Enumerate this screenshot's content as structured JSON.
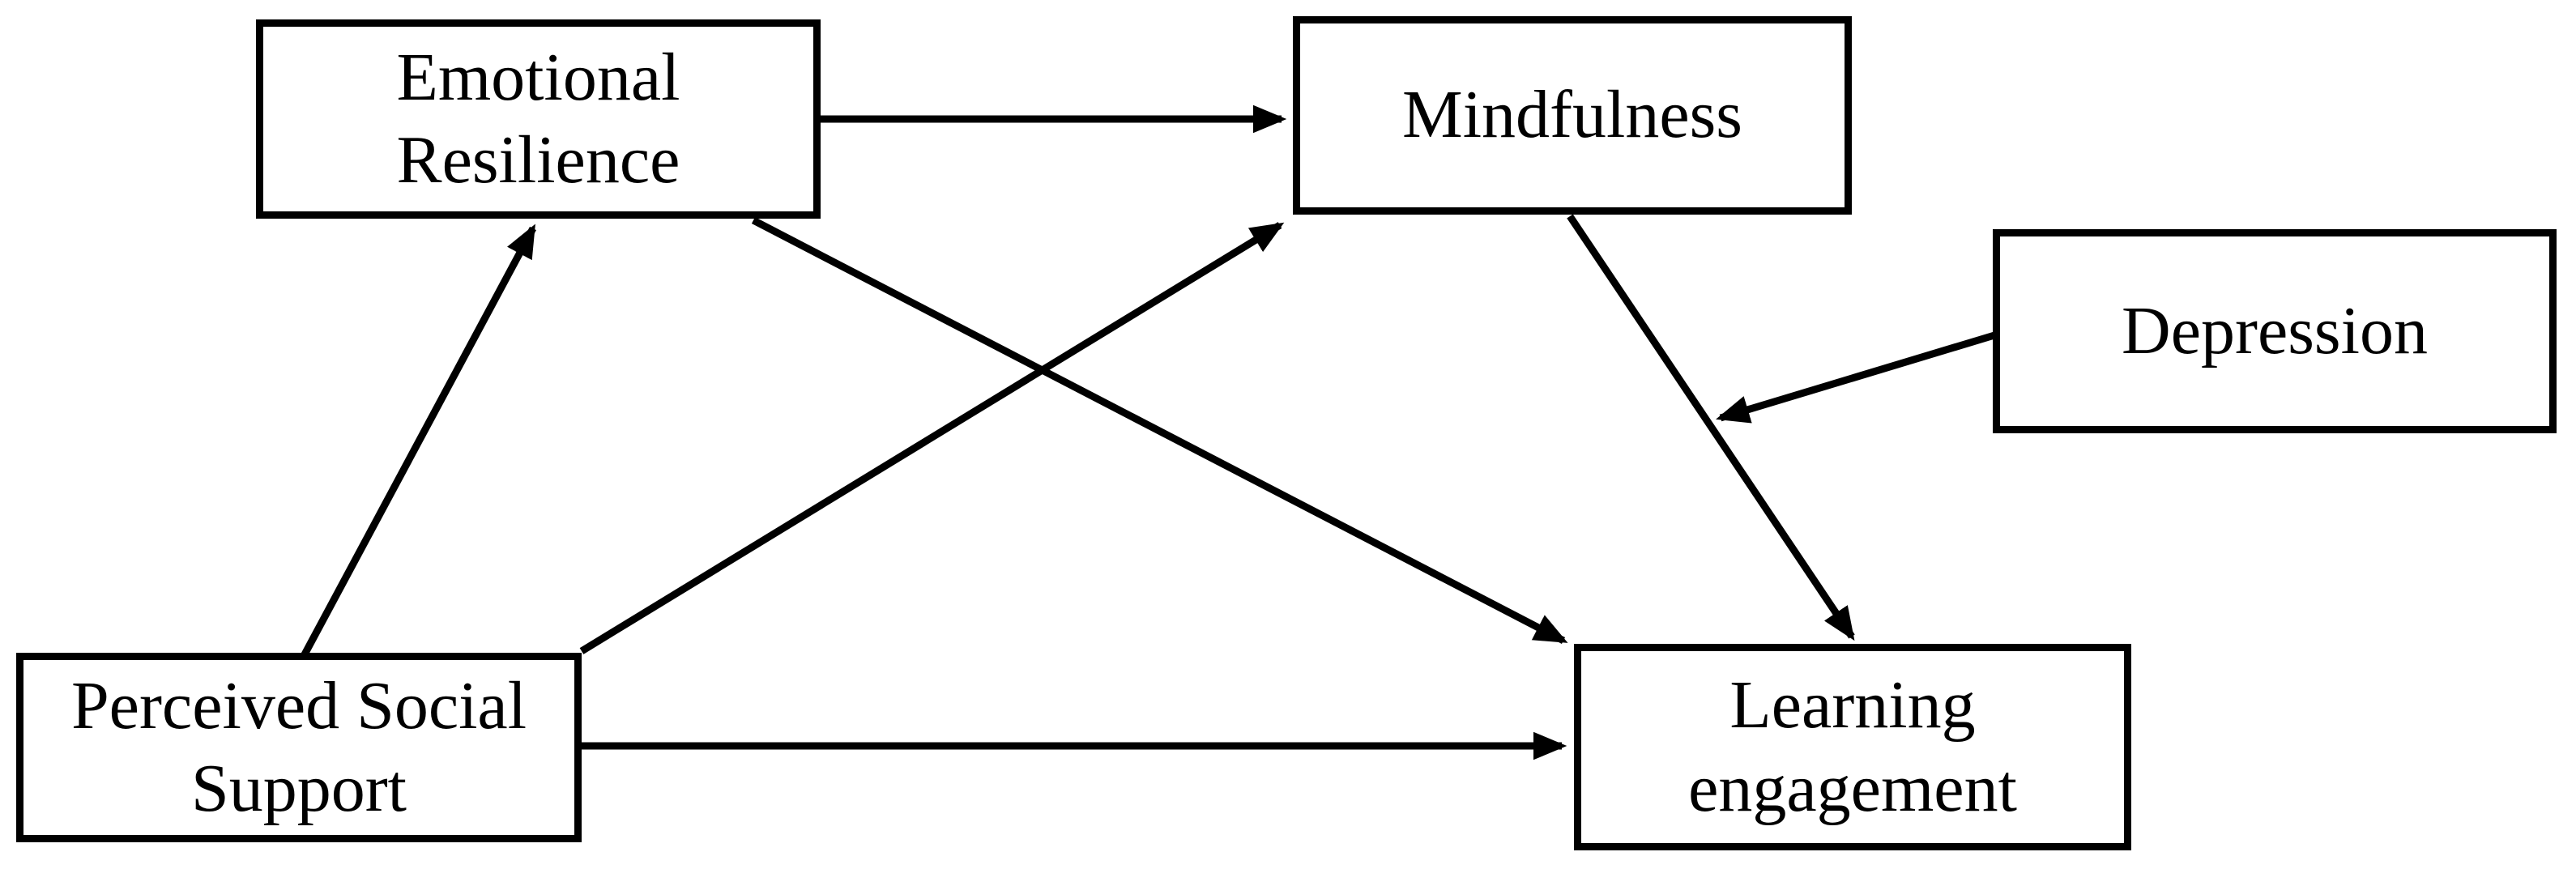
{
  "figure": {
    "background_color": "#ffffff",
    "line_color": "#000000",
    "nodes": {
      "emotional_resilience": {
        "label": "Emotional\nResilience"
      },
      "mindfulness": {
        "label": "Mindfulness"
      },
      "depression": {
        "label": "Depression"
      },
      "perceived_social_support": {
        "label": "Perceived Social\nSupport"
      },
      "learning_engagement": {
        "label": "Learning\nengagement"
      }
    },
    "edges": [
      {
        "from": "Perceived Social Support",
        "to": "Emotional Resilience",
        "style": "arrow"
      },
      {
        "from": "Perceived Social Support",
        "to": "Mindfulness",
        "style": "arrow"
      },
      {
        "from": "Perceived Social Support",
        "to": "Learning engagement",
        "style": "arrow"
      },
      {
        "from": "Emotional Resilience",
        "to": "Mindfulness",
        "style": "arrow"
      },
      {
        "from": "Emotional Resilience",
        "to": "Learning engagement",
        "style": "arrow"
      },
      {
        "from": "Mindfulness",
        "to": "Learning engagement",
        "style": "arrow"
      },
      {
        "from": "Depression",
        "to": "Mindfulness-to-Learning-engagement path",
        "style": "arrow"
      }
    ]
  }
}
